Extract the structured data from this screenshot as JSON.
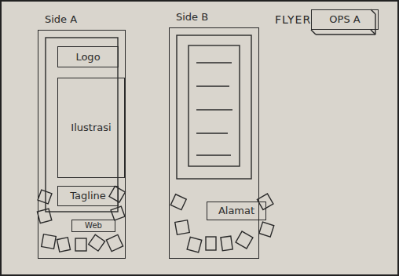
{
  "diagram": {
    "nodes": [
      {
        "text": [
          "Side A"
        ]
      },
      {
        "text": [
          "Logo"
        ],
        "in": 0
      },
      {
        "text": [
          "Ilustrasi"
        ],
        "in": 0
      },
      {
        "text": [
          "Tagline"
        ],
        "in": 0
      },
      {
        "text": [
          "Web"
        ],
        "in": 0
      },
      {
        "text": [
          "Side B"
        ]
      },
      {
        "text": [
          "Alamat"
        ],
        "in": 5
      },
      {
        "text": [
          "OPS A"
        ]
      }
    ],
    "labels": [
      "FLYER"
    ]
  }
}
